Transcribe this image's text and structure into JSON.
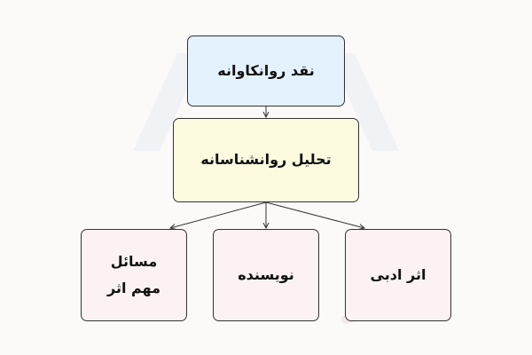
{
  "nodes": {
    "root": "نقد روانکاوانه",
    "middle": "تحلیل روانشناسانه",
    "left": "مسائل مهم اثر",
    "center": "نویسنده",
    "right": "اثر ادبی"
  },
  "colors": {
    "root_fill": "#e4f2fd",
    "middle_fill": "#fcfbe0",
    "leaf_fill": "#fcf2f3",
    "border": "#333333"
  }
}
